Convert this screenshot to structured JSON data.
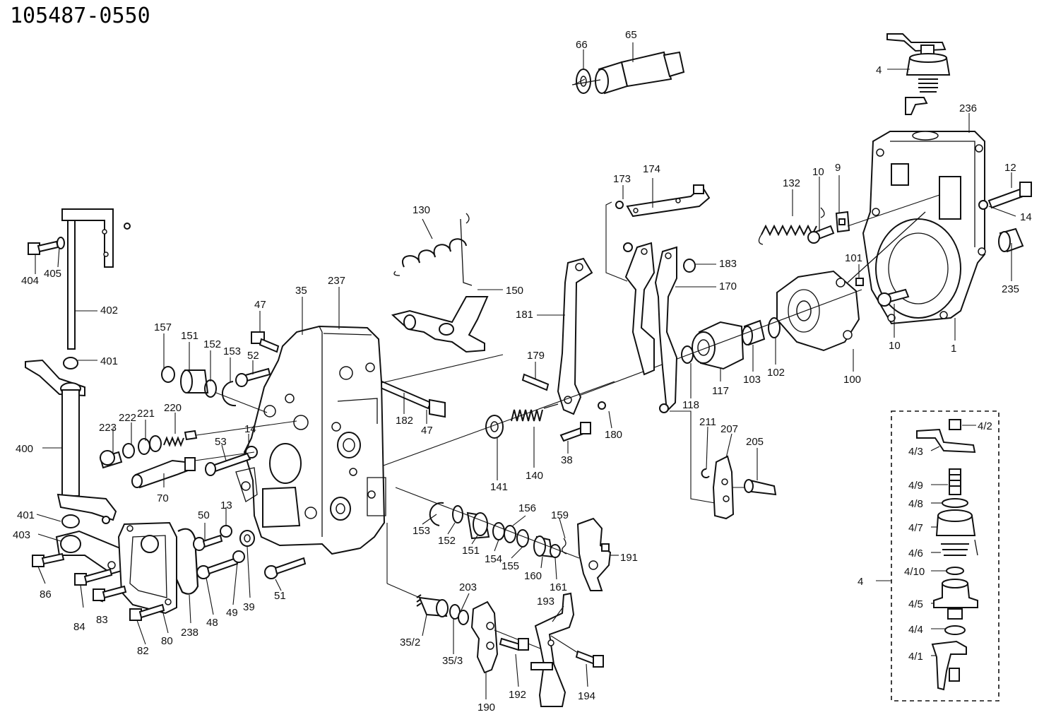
{
  "diagram": {
    "title": "105487-0550",
    "labels": [
      {
        "id": "l66",
        "text": "66"
      },
      {
        "id": "l65",
        "text": "65"
      },
      {
        "id": "l4a",
        "text": "4"
      },
      {
        "id": "l236",
        "text": "236"
      },
      {
        "id": "l12",
        "text": "12"
      },
      {
        "id": "l14a",
        "text": "14"
      },
      {
        "id": "l235",
        "text": "235"
      },
      {
        "id": "l10a",
        "text": "10"
      },
      {
        "id": "l1",
        "text": "1"
      },
      {
        "id": "l9",
        "text": "9"
      },
      {
        "id": "l10b",
        "text": "10"
      },
      {
        "id": "l132",
        "text": "132"
      },
      {
        "id": "l101",
        "text": "101"
      },
      {
        "id": "l100",
        "text": "100"
      },
      {
        "id": "l102",
        "text": "102"
      },
      {
        "id": "l103",
        "text": "103"
      },
      {
        "id": "l117",
        "text": "117"
      },
      {
        "id": "l118",
        "text": "118"
      },
      {
        "id": "l174",
        "text": "174"
      },
      {
        "id": "l173",
        "text": "173"
      },
      {
        "id": "l183",
        "text": "183"
      },
      {
        "id": "l170",
        "text": "170"
      },
      {
        "id": "l181",
        "text": "181"
      },
      {
        "id": "l179",
        "text": "179"
      },
      {
        "id": "l180",
        "text": "180"
      },
      {
        "id": "l38",
        "text": "38"
      },
      {
        "id": "l140",
        "text": "140"
      },
      {
        "id": "l141",
        "text": "141"
      },
      {
        "id": "l130",
        "text": "130"
      },
      {
        "id": "l150",
        "text": "150"
      },
      {
        "id": "l182",
        "text": "182"
      },
      {
        "id": "l47a",
        "text": "47"
      },
      {
        "id": "l237",
        "text": "237"
      },
      {
        "id": "l35",
        "text": "35"
      },
      {
        "id": "l47b",
        "text": "47"
      },
      {
        "id": "l157",
        "text": "157"
      },
      {
        "id": "l151a",
        "text": "151"
      },
      {
        "id": "l152a",
        "text": "152"
      },
      {
        "id": "l153a",
        "text": "153"
      },
      {
        "id": "l52",
        "text": "52"
      },
      {
        "id": "l220",
        "text": "220"
      },
      {
        "id": "l221",
        "text": "221"
      },
      {
        "id": "l222",
        "text": "222"
      },
      {
        "id": "l223",
        "text": "223"
      },
      {
        "id": "l14b",
        "text": "14"
      },
      {
        "id": "l53",
        "text": "53"
      },
      {
        "id": "l70",
        "text": "70"
      },
      {
        "id": "l404",
        "text": "404"
      },
      {
        "id": "l405",
        "text": "405"
      },
      {
        "id": "l402",
        "text": "402"
      },
      {
        "id": "l401a",
        "text": "401"
      },
      {
        "id": "l400",
        "text": "400"
      },
      {
        "id": "l401b",
        "text": "401"
      },
      {
        "id": "l403",
        "text": "403"
      },
      {
        "id": "l86",
        "text": "86"
      },
      {
        "id": "l84",
        "text": "84"
      },
      {
        "id": "l83",
        "text": "83"
      },
      {
        "id": "l82",
        "text": "82"
      },
      {
        "id": "l80",
        "text": "80"
      },
      {
        "id": "l238",
        "text": "238"
      },
      {
        "id": "l50",
        "text": "50"
      },
      {
        "id": "l13",
        "text": "13"
      },
      {
        "id": "l48",
        "text": "48"
      },
      {
        "id": "l49",
        "text": "49"
      },
      {
        "id": "l39",
        "text": "39"
      },
      {
        "id": "l51",
        "text": "51"
      },
      {
        "id": "l153b",
        "text": "153"
      },
      {
        "id": "l152b",
        "text": "152"
      },
      {
        "id": "l151b",
        "text": "151"
      },
      {
        "id": "l154",
        "text": "154"
      },
      {
        "id": "l156",
        "text": "156"
      },
      {
        "id": "l155",
        "text": "155"
      },
      {
        "id": "l160",
        "text": "160"
      },
      {
        "id": "l159",
        "text": "159"
      },
      {
        "id": "l161",
        "text": "161"
      },
      {
        "id": "l191",
        "text": "191"
      },
      {
        "id": "l35_2",
        "text": "35/2"
      },
      {
        "id": "l203",
        "text": "203"
      },
      {
        "id": "l35_3",
        "text": "35/3"
      },
      {
        "id": "l190",
        "text": "190"
      },
      {
        "id": "l193",
        "text": "193"
      },
      {
        "id": "l192",
        "text": "192"
      },
      {
        "id": "l194",
        "text": "194"
      },
      {
        "id": "l211",
        "text": "211"
      },
      {
        "id": "l207",
        "text": "207"
      },
      {
        "id": "l205",
        "text": "205"
      },
      {
        "id": "l4_2",
        "text": "4/2"
      },
      {
        "id": "l4_3",
        "text": "4/3"
      },
      {
        "id": "l4_9",
        "text": "4/9"
      },
      {
        "id": "l4_8",
        "text": "4/8"
      },
      {
        "id": "l4_7",
        "text": "4/7"
      },
      {
        "id": "l4_6",
        "text": "4/6"
      },
      {
        "id": "l4_10",
        "text": "4/10"
      },
      {
        "id": "l4b",
        "text": "4"
      },
      {
        "id": "l4_5",
        "text": "4/5"
      },
      {
        "id": "l4_4",
        "text": "4/4"
      },
      {
        "id": "l4_1",
        "text": "4/1"
      }
    ]
  }
}
